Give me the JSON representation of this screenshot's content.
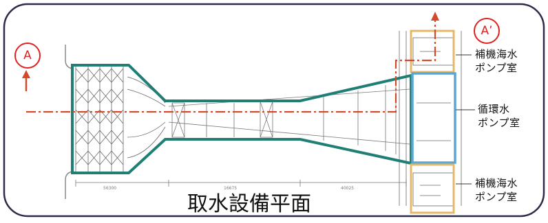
{
  "diagram": {
    "caption": "取水設備平面",
    "section_markers": {
      "left": "A",
      "right": "A’"
    },
    "pump_rooms": [
      {
        "line1": "補機海水",
        "line2": "ポンプ室"
      },
      {
        "line1": "循環水",
        "line2": "ポンプ室"
      },
      {
        "line1": "補機海水",
        "line2": "ポンプ室"
      }
    ],
    "dimension_labels": [
      "56300",
      "16675",
      "40025"
    ],
    "colors": {
      "frame": "#2c2c4a",
      "intake_outline": "#1f7f75",
      "section_line": "#d24a2a",
      "marker": "#e02020",
      "aux_room_box": "#e6b86a",
      "circ_room_box": "#5aa7d4"
    }
  }
}
